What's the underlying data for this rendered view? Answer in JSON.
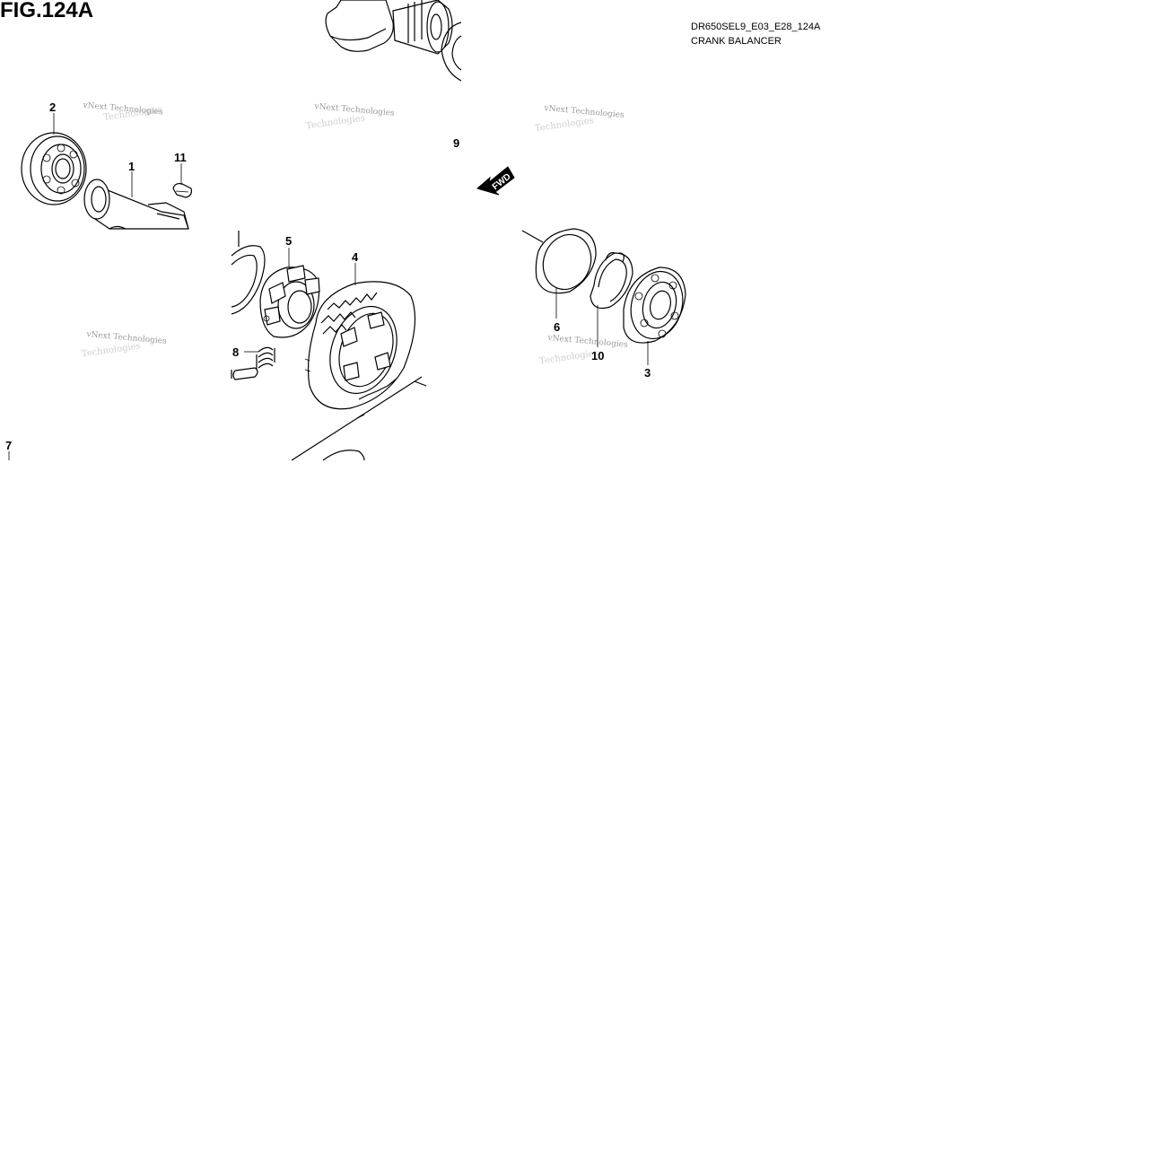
{
  "header": {
    "fig_label": "FIG.124A",
    "model_code": "DR650SEL9_E03_E28_124A",
    "section_title": "CRANK BALANCER"
  },
  "callouts": [
    "1",
    "2",
    "3",
    "4",
    "5",
    "6",
    "7",
    "8",
    "9",
    "10",
    "11"
  ],
  "watermark": {
    "text": "vNext Technologies",
    "text_shadow": "Technologies"
  },
  "fwd_arrow": {
    "label": "FWD"
  }
}
